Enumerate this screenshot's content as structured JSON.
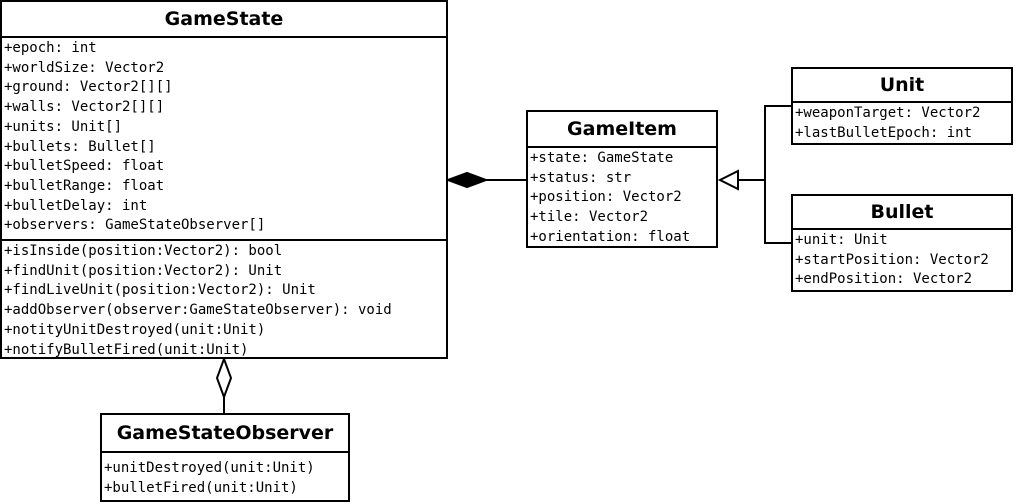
{
  "classes": {
    "game_state": {
      "name": "GameState",
      "attributes": [
        "+epoch: int",
        "+worldSize: Vector2",
        "+ground: Vector2[][]",
        "+walls: Vector2[][]",
        "+units: Unit[]",
        "+bullets: Bullet[]",
        "+bulletSpeed: float",
        "+bulletRange: float",
        "+bulletDelay: int",
        "+observers: GameStateObserver[]"
      ],
      "methods": [
        "+isInside(position:Vector2): bool",
        "+findUnit(position:Vector2): Unit",
        "+findLiveUnit(position:Vector2): Unit",
        "+addObserver(observer:GameStateObserver): void",
        "+notityUnitDestroyed(unit:Unit)",
        "+notifyBulletFired(unit:Unit)"
      ]
    },
    "game_item": {
      "name": "GameItem",
      "attributes": [
        "+state: GameState",
        "+status: str",
        "+position: Vector2",
        "+tile: Vector2",
        "+orientation: float"
      ]
    },
    "unit": {
      "name": "Unit",
      "attributes": [
        "+weaponTarget: Vector2",
        "+lastBulletEpoch: int"
      ]
    },
    "bullet": {
      "name": "Bullet",
      "attributes": [
        "+unit: Unit",
        "+startPosition: Vector2",
        "+endPosition: Vector2"
      ]
    },
    "game_state_observer": {
      "name": "GameStateObserver",
      "methods": [
        "+unitDestroyed(unit:Unit)",
        "+bulletFired(unit:Unit)"
      ]
    }
  },
  "relations": [
    {
      "type": "composition",
      "whole": "GameState",
      "part": "GameItem"
    },
    {
      "type": "aggregation",
      "whole": "GameState",
      "part": "GameStateObserver"
    },
    {
      "type": "generalization",
      "parent": "GameItem",
      "child": "Unit"
    },
    {
      "type": "generalization",
      "parent": "GameItem",
      "child": "Bullet"
    }
  ]
}
